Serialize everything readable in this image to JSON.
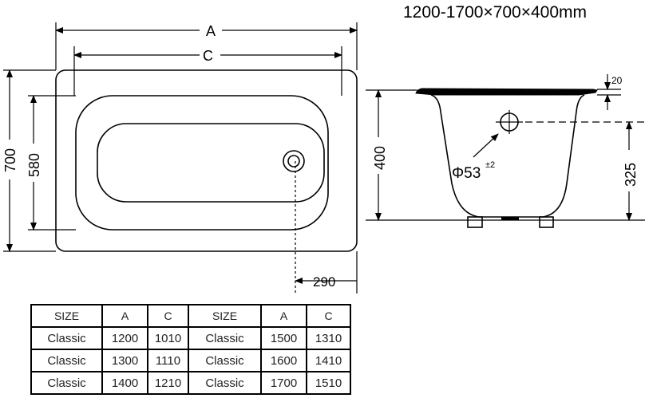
{
  "title": "1200-1700×700×400mm",
  "top_view": {
    "label_a": "A",
    "label_c": "C",
    "width_outer": "700",
    "width_inner": "580",
    "drain_offset": "290"
  },
  "side_view": {
    "height": "400",
    "rim_thickness": "20",
    "overflow_height": "325",
    "overflow_diameter": "Φ53",
    "overflow_tolerance": "±2"
  },
  "table": {
    "headers": [
      "SIZE",
      "A",
      "C",
      "SIZE",
      "A",
      "C"
    ],
    "rows": [
      [
        "Classic",
        "1200",
        "1010",
        "Classic",
        "1500",
        "1310"
      ],
      [
        "Classic",
        "1300",
        "1110",
        "Classic",
        "1600",
        "1410"
      ],
      [
        "Classic",
        "1400",
        "1210",
        "Classic",
        "1700",
        "1510"
      ]
    ]
  }
}
